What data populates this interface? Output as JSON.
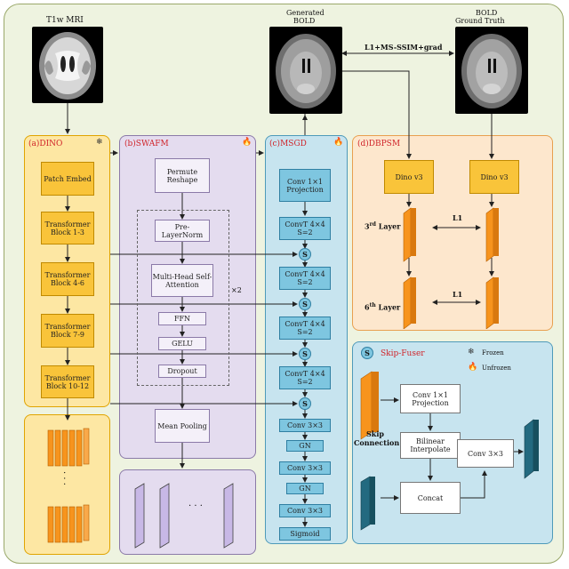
{
  "images": {
    "t1w": "T1w MRI",
    "generated_line1": "Generated",
    "generated_line2": "BOLD",
    "gt_line1": "BOLD",
    "gt_line2": "Ground Truth"
  },
  "loss_label": "L1+MS-SSIM+grad",
  "dinov": {
    "title": "(a)DINO",
    "patch": "Patch Embed",
    "blocks": [
      "Transformer Block 1-3",
      "Transformer Block 4-6",
      "Transformer Block 7-9",
      "Transformer Block 10-12"
    ],
    "dots": "· · ·"
  },
  "swafm": {
    "title": "(b)SWAFM",
    "permute": "Permute Reshape",
    "prenorm": "Pre-LayerNorm",
    "mhsa": "Multi-Head Self-Attention",
    "ffn": "FFN",
    "gelu": "GELU",
    "dropout": "Dropout",
    "repeat": "×2",
    "pool": "Mean Pooling",
    "dots": "· · ·"
  },
  "msgd": {
    "title": "(c)MSGD",
    "conv1": "Conv 1×1 Projection",
    "convt": "ConvT 4×4 S=2",
    "skip_symbol": "S",
    "conv3": "Conv 3×3",
    "gn": "GN",
    "sigmoid": "Sigmoid"
  },
  "dbpsm": {
    "title": "(d)DBPSM",
    "dino_left": "Dino v3",
    "dino_right": "Dino v3",
    "layer3_base": "3",
    "layer3_sup": "rd",
    "layer3_rest": " Layer",
    "layer6_base": "6",
    "layer6_sup": "th",
    "layer6_rest": " Layer",
    "l1_a": "L1",
    "l1_b": "L1"
  },
  "fuser": {
    "symbol": "S",
    "title": "Skip-Fuser",
    "frozen": "Frozen",
    "unfrozen": "Unfrozen",
    "skip_line1": "Skip",
    "skip_line2": "Connection",
    "conv1": "Conv 1×1 Projection",
    "bilinear": "Bilinear Interpolate",
    "concat": "Concat",
    "conv3": "Conv 3×3"
  },
  "colors": {
    "orange": "#f7941d",
    "teal": "#236a80",
    "purple": "#c8b8e6"
  }
}
